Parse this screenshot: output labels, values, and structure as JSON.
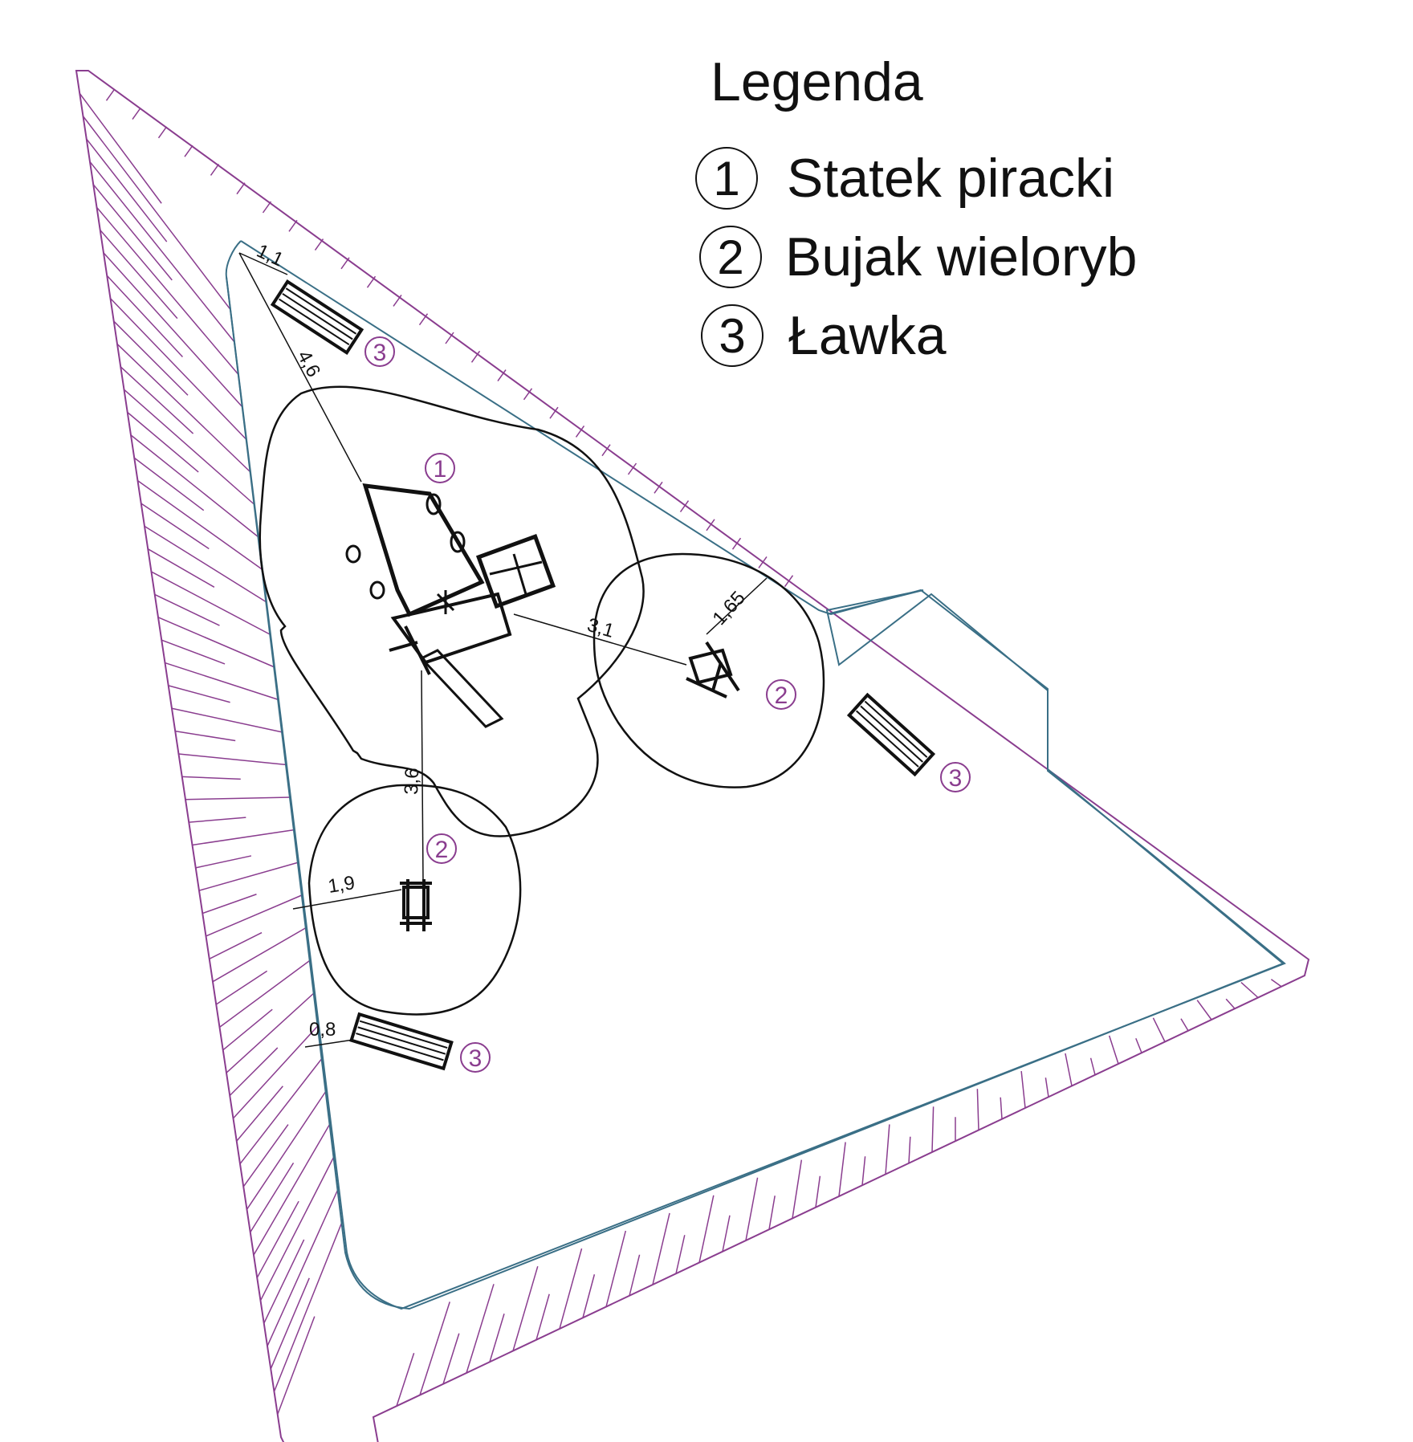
{
  "legend": {
    "title": "Legenda",
    "items": [
      {
        "number": "1",
        "label": "Statek piracki"
      },
      {
        "number": "2",
        "label": "Bujak wieloryb"
      },
      {
        "number": "3",
        "label": "Ławka"
      }
    ]
  },
  "dimensions": {
    "d_1_1": "1,1",
    "d_4_6": "4,6",
    "d_3_1": "3,1",
    "d_1_65": "1,65",
    "d_3_6": "3,6",
    "d_1_9": "1,9",
    "d_0_8": "0,8"
  },
  "markers": {
    "ship": "1",
    "whale_top": "2",
    "whale_bottom": "2",
    "bench_top": "3",
    "bench_right": "3",
    "bench_bottom": "3"
  },
  "colors": {
    "outer_boundary": "#8a3d8f",
    "inner_boundary": "#3a6f86",
    "markers": "#8a3d8f",
    "lines": "#111111"
  }
}
